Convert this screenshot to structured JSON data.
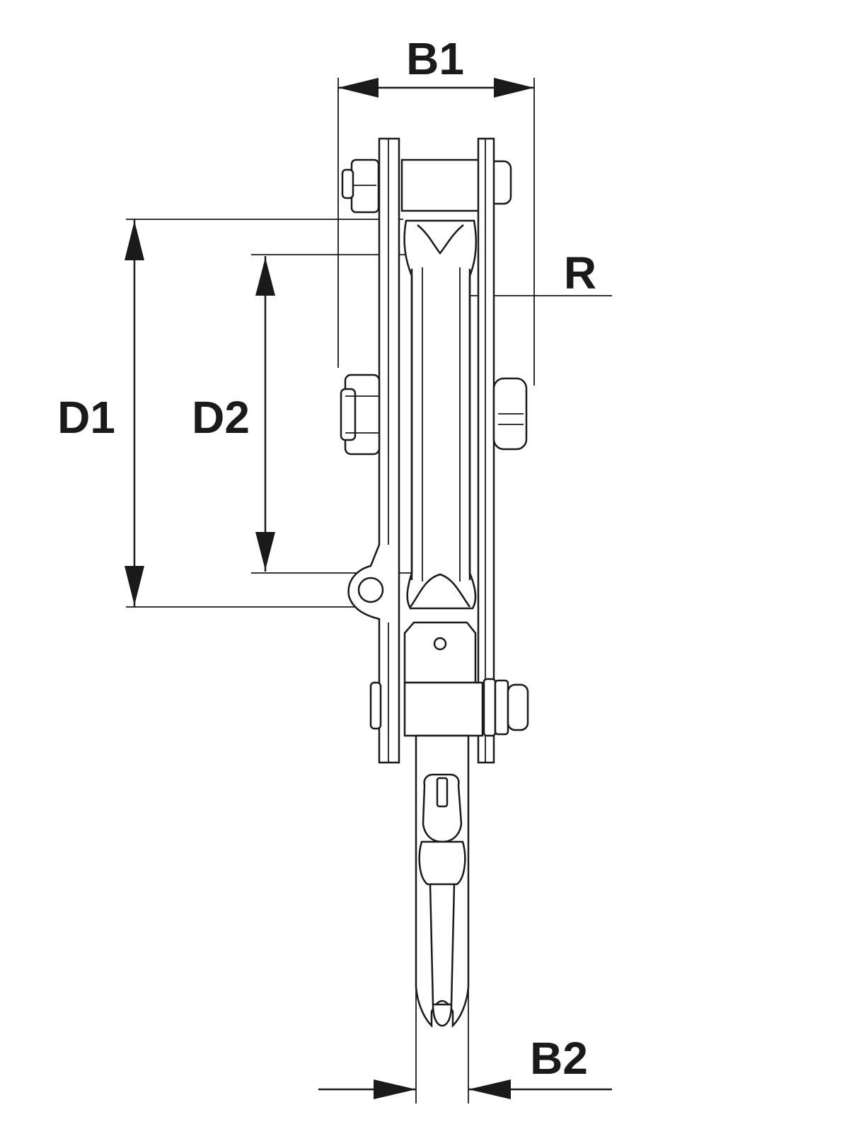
{
  "dimensions": {
    "b1": "B1",
    "b2": "B2",
    "d1": "D1",
    "d2": "D2",
    "r": "R"
  },
  "colors": {
    "line": "#1a1a1a",
    "background": "#ffffff"
  }
}
